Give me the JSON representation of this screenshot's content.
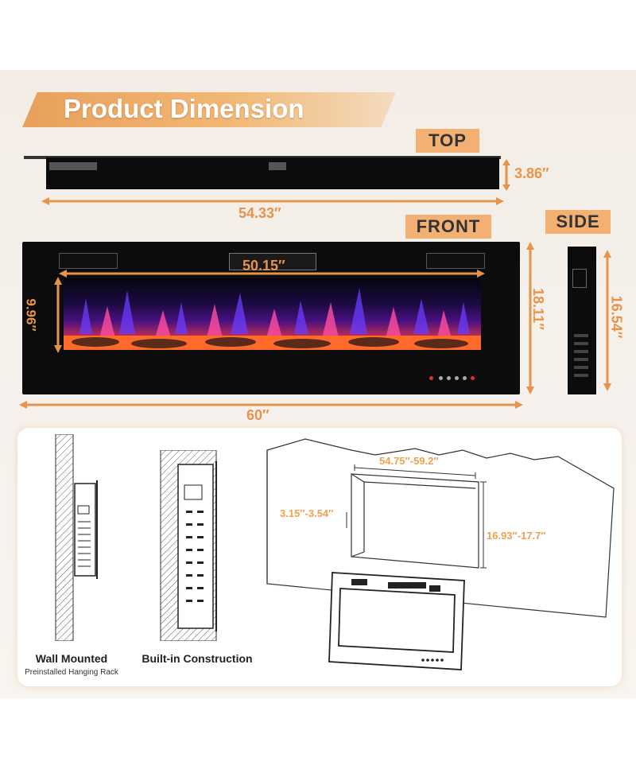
{
  "title": "Product Dimension",
  "views": {
    "top_label": "TOP",
    "front_label": "FRONT",
    "side_label": "SIDE"
  },
  "dimensions": {
    "top_depth": "3.86″",
    "top_width": "54.33″",
    "front_inner_width": "50.15″",
    "front_inner_height": "9.96″",
    "front_height": "18.11″",
    "front_width": "60″",
    "side_height": "16.54″"
  },
  "installation": {
    "wall_mounted": "Wall Mounted",
    "wall_mounted_sub": "Preinstalled Hanging Rack",
    "built_in": "Built-in Construction",
    "opening_width": "54.75″-59.2″",
    "opening_depth": "3.15″-3.54″",
    "opening_height": "16.93″-17.7″"
  },
  "colors": {
    "accent": "#f2b072",
    "dimension": "#e8934a",
    "unit_body": "#0c0c0c"
  }
}
